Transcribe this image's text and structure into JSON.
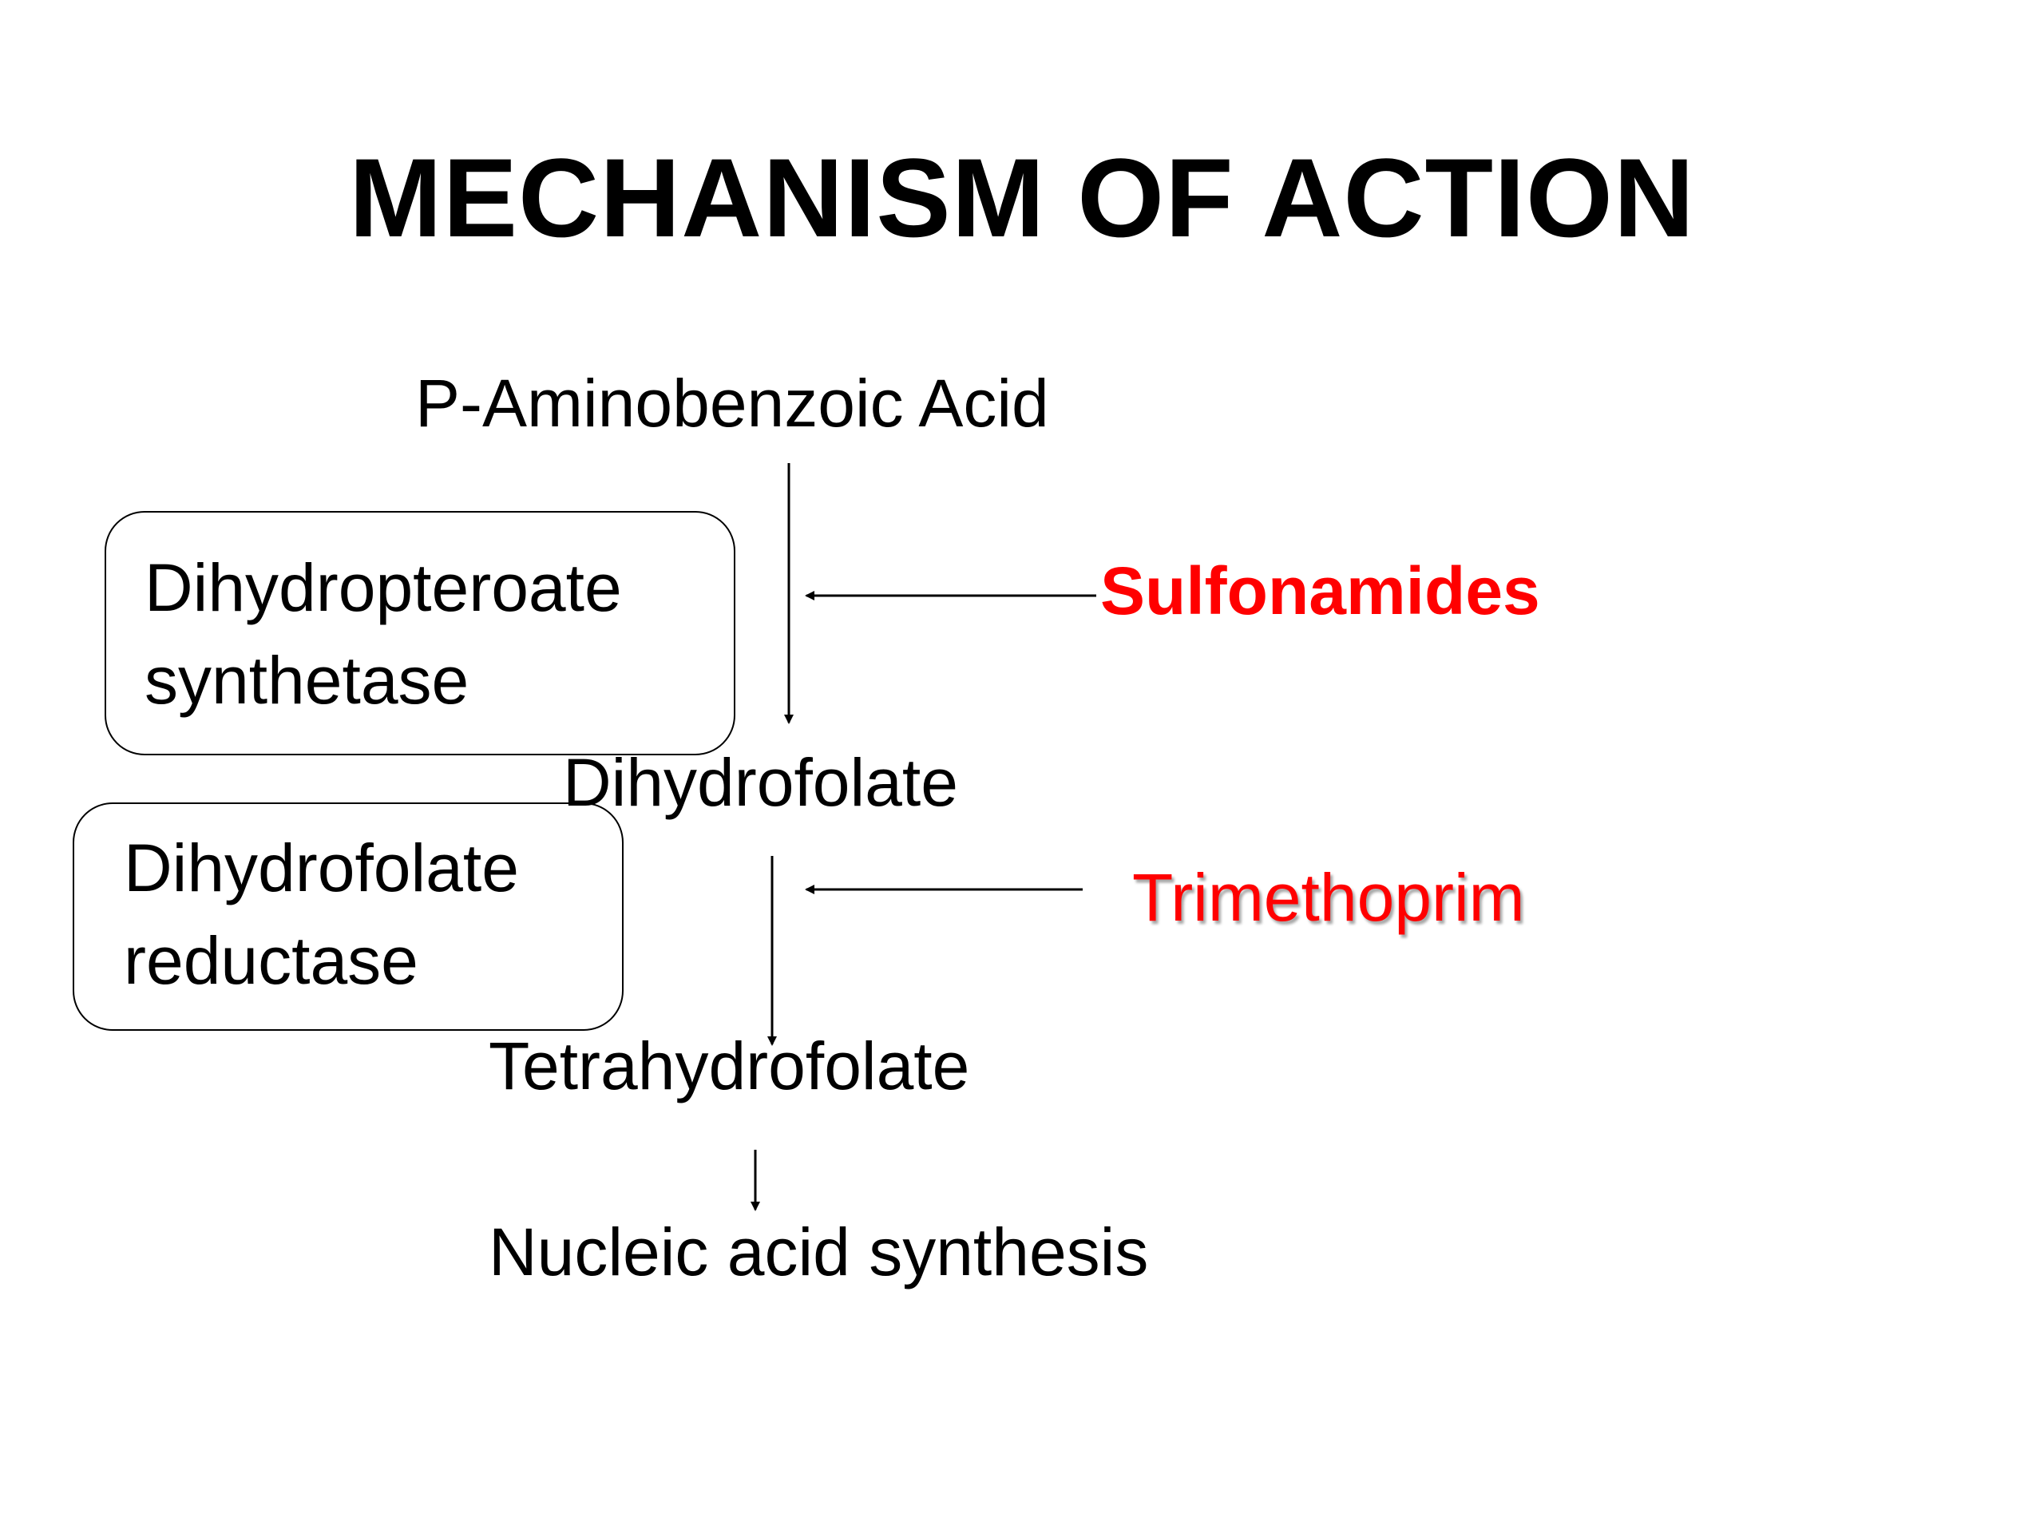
{
  "title": "MECHANISM OF ACTION",
  "pathway": {
    "step1": "P-Aminobenzoic Acid",
    "step2": "Dihydrofolate",
    "step3": "Tetrahydrofolate",
    "step4": "Nucleic acid synthesis"
  },
  "enzymes": {
    "first": "Dihydropteroate\nsynthetase",
    "second": "Dihydrofolate\nreductase"
  },
  "inhibitors": {
    "first": "Sulfonamides",
    "second": "Trimethoprim"
  },
  "colors": {
    "inhibitor": "#ff0000",
    "text": "#000000"
  }
}
